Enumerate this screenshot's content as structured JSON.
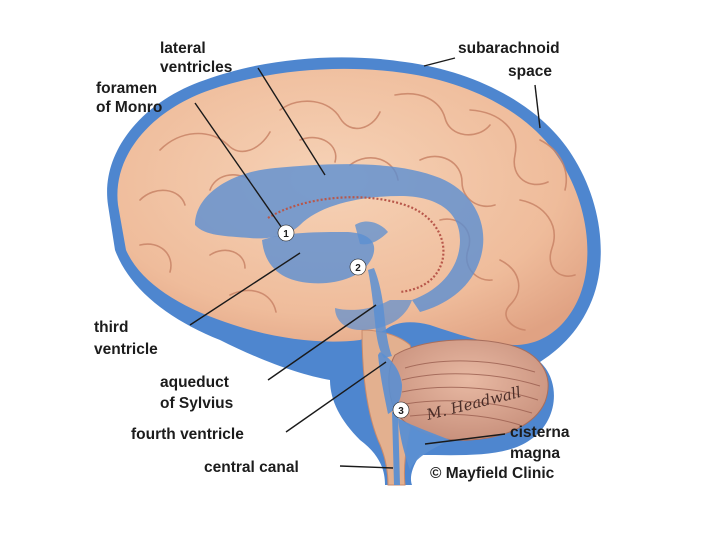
{
  "labels": {
    "lateral_ventricles": [
      "lateral",
      "ventricles"
    ],
    "foramen_of_monro": [
      "foramen",
      "of Monro"
    ],
    "subarachnoid_space": [
      "subarachnoid",
      "space"
    ],
    "third_ventricle": [
      "third",
      "ventricle"
    ],
    "aqueduct_of_sylvius": [
      "aqueduct",
      "of Sylvius"
    ],
    "fourth_ventricle": "fourth ventricle",
    "central_canal": "central canal",
    "cisterna_magna": [
      "cisterna",
      "magna"
    ]
  },
  "markers": [
    "1",
    "2",
    "3"
  ],
  "signature": "M. Headwall",
  "copyright": "© Mayfield Clinic",
  "colors": {
    "brain": "#f0c0a0",
    "brain_shadow": "#d99a79",
    "csf_blue": "#5b8fd2",
    "outline_blue": "#4e86cf",
    "choroid_red": "#b8574a"
  }
}
